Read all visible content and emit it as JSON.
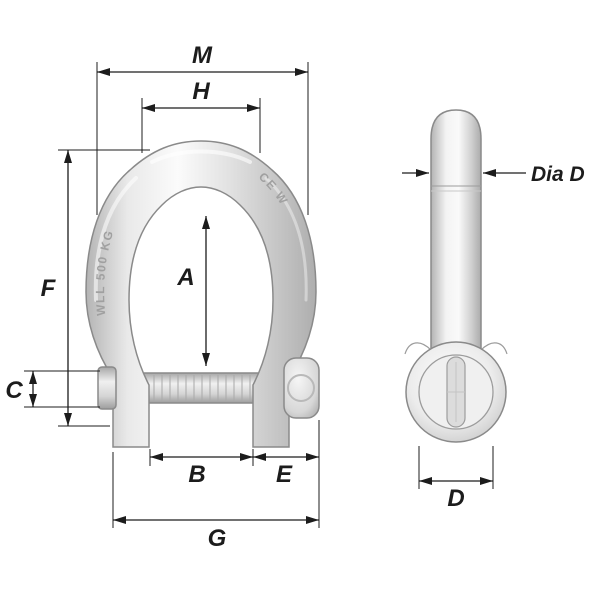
{
  "diagram": {
    "labels": {
      "M": "M",
      "H": "H",
      "F": "F",
      "C": "C",
      "A": "A",
      "B": "B",
      "E": "E",
      "G": "G",
      "D": "D",
      "dia_d": "Dia D"
    },
    "engravings": {
      "left": "WLL 500 KG",
      "right": "CE W"
    },
    "colors": {
      "background": "#ffffff",
      "dimension_lines": "#1c1c1c",
      "metal_outline": "#8a8a8a",
      "metal_light": "#f7f7f7",
      "metal_mid": "#d9d9d9",
      "metal_dark": "#b0b0b0",
      "engraving_text": "#a0a0a0"
    }
  }
}
